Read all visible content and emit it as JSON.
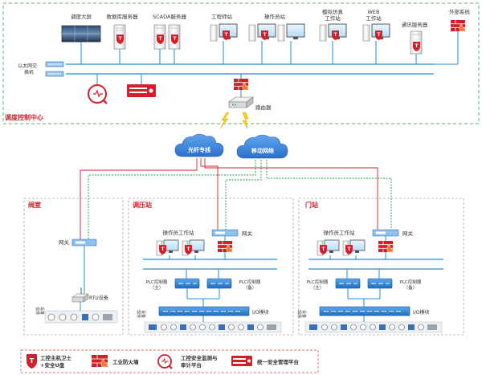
{
  "control_center": {
    "title": "调度控制中心",
    "big_screen": "调度大屏",
    "db_server": "数据库服务器",
    "scada_server": "SCADA服务器",
    "engineer_station": "工程师站",
    "operator_station": "操作员站",
    "sim_station": [
      "模拟仿真",
      "工作站"
    ],
    "web_station": [
      "WEB",
      "工作站"
    ],
    "comm_server": "通讯服务器",
    "external": "外部系统",
    "ethernet_switch": [
      "以太网交",
      "换机"
    ],
    "router": "路由器"
  },
  "network": {
    "fiber": "光纤专线",
    "mobile": "移动网络"
  },
  "valve": {
    "title": "阀室",
    "gateway": "网关",
    "rtu": "RTU设备",
    "field_label": [
      "现场",
      "设备"
    ]
  },
  "regulator": {
    "title": "调压站",
    "operator_ws": "操作员工作站",
    "gateway": "网关",
    "plc_main": [
      "PLC控制器",
      "（主）"
    ],
    "plc_backup": [
      "PLC控制器",
      "（备）"
    ],
    "io_module": "I/O模块",
    "field_label": [
      "现场",
      "设备"
    ]
  },
  "gate": {
    "title": "门站",
    "operator_ws": "操作员工作站",
    "gateway": "网关",
    "plc_main": [
      "PLC控制器",
      "（主）"
    ],
    "plc_backup": [
      "PLC控制器",
      "（备）"
    ],
    "io_module": "I/O模块",
    "field_label": [
      "现场",
      "设备"
    ]
  },
  "legend": {
    "guard": [
      "工控主机卫士",
      "+安全U盘"
    ],
    "firewall": "工业防火墙",
    "monitor": [
      "工控安全监测与",
      "审计平台"
    ],
    "mgmt": "统一安全管理平台"
  },
  "colors": {
    "accent_red": "#d0202c",
    "line_blue": "#1f8fd8",
    "cloud_blue": "#3d85d8",
    "fiber_red": "#d0202c",
    "mobile_green": "#1aa14b",
    "dash_green": "#59b36b",
    "dash_red": "#d04040"
  }
}
